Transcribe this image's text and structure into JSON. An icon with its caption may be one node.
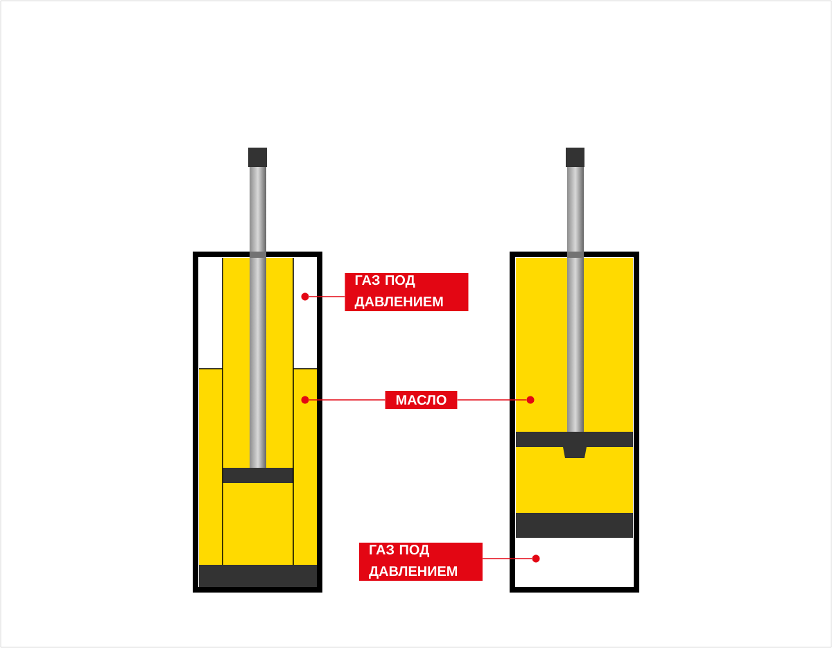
{
  "diagram": {
    "nodes": [
      {
        "text": [
          "ГАЗ ПОД ДАВЛЕНИЕМ"
        ]
      },
      {
        "text": [
          "МАСЛО"
        ]
      },
      {
        "text": [
          "ГАЗ ПОД ДАВЛЕНИЕМ"
        ]
      },
      {
        "text": [],
        "shape": "circle"
      },
      {
        "text": [],
        "shape": "circle"
      },
      {
        "text": [],
        "shape": "circle"
      },
      {
        "text": [],
        "shape": "circle"
      }
    ],
    "edges": [
      {
        "from": 0,
        "to": 3,
        "arrow": "none"
      },
      {
        "from": 1,
        "to": 4,
        "arrow": "none"
      },
      {
        "from": 1,
        "to": 5,
        "arrow": "none"
      },
      {
        "from": 2,
        "to": 6,
        "arrow": "none"
      }
    ]
  }
}
